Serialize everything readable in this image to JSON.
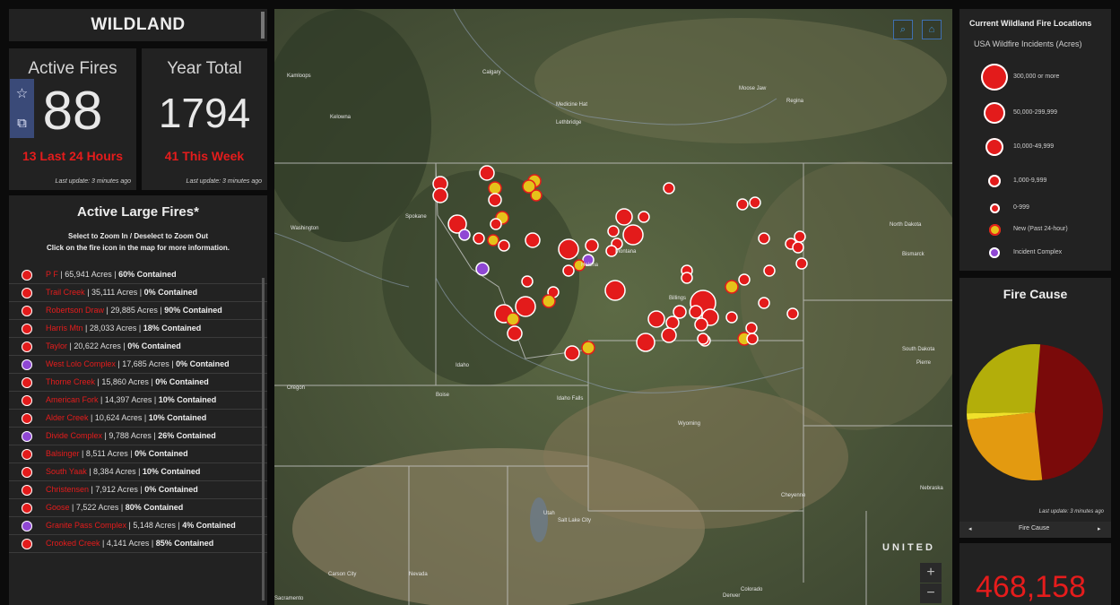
{
  "header": {
    "title": "WILDLAND"
  },
  "active_fires": {
    "label": "Active Fires",
    "value": "88",
    "sub": "13 Last 24 Hours",
    "updated": "Last update: 3 minutes ago"
  },
  "year_total": {
    "label": "Year Total",
    "value": "1794",
    "sub": "41 This Week",
    "updated": "Last update: 3 minutes ago"
  },
  "side_tools": {
    "favorite_icon": "star-icon",
    "share_icon": "share-icon"
  },
  "large_fires": {
    "title": "Active Large Fires*",
    "instr1": "Select to Zoom In / Deselect to Zoom Out",
    "instr2": "Click on the fire icon in the map for more information.",
    "items": [
      {
        "name": "P F",
        "acres": "65,941 Acres",
        "contained": "60% Contained",
        "type": "fire"
      },
      {
        "name": "Trail Creek",
        "acres": "35,111 Acres",
        "contained": "0% Contained",
        "type": "fire"
      },
      {
        "name": "Robertson Draw",
        "acres": "29,885 Acres",
        "contained": "90% Contained",
        "type": "fire"
      },
      {
        "name": "Harris Mtn",
        "acres": "28,033 Acres",
        "contained": "18% Contained",
        "type": "fire"
      },
      {
        "name": "Taylor",
        "acres": "20,622 Acres",
        "contained": "0% Contained",
        "type": "fire"
      },
      {
        "name": "West Lolo Complex",
        "acres": "17,685 Acres",
        "contained": "0% Contained",
        "type": "complex"
      },
      {
        "name": "Thorne Creek",
        "acres": "15,860 Acres",
        "contained": "0% Contained",
        "type": "fire"
      },
      {
        "name": "American Fork",
        "acres": "14,397 Acres",
        "contained": "10% Contained",
        "type": "fire"
      },
      {
        "name": "Alder Creek",
        "acres": "10,624 Acres",
        "contained": "10% Contained",
        "type": "fire"
      },
      {
        "name": "Divide Complex",
        "acres": "9,788 Acres",
        "contained": "26% Contained",
        "type": "complex"
      },
      {
        "name": "Balsinger",
        "acres": "8,511 Acres",
        "contained": "0% Contained",
        "type": "fire"
      },
      {
        "name": "South Yaak",
        "acres": "8,384 Acres",
        "contained": "10% Contained",
        "type": "fire"
      },
      {
        "name": "Christensen",
        "acres": "7,912 Acres",
        "contained": "0% Contained",
        "type": "fire"
      },
      {
        "name": "Goose",
        "acres": "7,522 Acres",
        "contained": "80% Contained",
        "type": "fire"
      },
      {
        "name": "Granite Pass Complex",
        "acres": "5,148 Acres",
        "contained": "4% Contained",
        "type": "complex"
      },
      {
        "name": "Crooked Creek",
        "acres": "4,141 Acres",
        "contained": "85% Contained",
        "type": "fire"
      }
    ]
  },
  "map": {
    "search_icon": "search-icon",
    "home_icon": "home-icon",
    "zoom_in": "+",
    "zoom_out": "−",
    "country_label": "UNITED",
    "labels": [
      "Calgary",
      "Medicine Hat",
      "Lethbridge",
      "Kelowna",
      "Kamloops",
      "Moose Jaw",
      "Regina",
      "Spokane",
      "Washington",
      "Montana",
      "Helena",
      "Billings",
      "Idaho",
      "Boise",
      "Idaho Falls",
      "Wyoming",
      "Oregon",
      "Utah",
      "Nevada",
      "Carson City",
      "Salt Lake City",
      "North Dakota",
      "Bismarck",
      "South Dakota",
      "Pierre",
      "Nebraska",
      "Cheyenne",
      "Colorado",
      "Denver",
      "Sacramento"
    ]
  },
  "legend": {
    "title": "Current Wildland Fire Locations",
    "subtitle": "USA Wildfire Incidents (Acres)",
    "items": [
      "300,000 or more",
      "50,000-299,999",
      "10,000-49,999",
      "1,000-9,999",
      "0-999",
      "New (Past 24-hour)",
      "Incident Complex"
    ]
  },
  "fire_cause": {
    "title": "Fire Cause",
    "updated": "Last update: 3 minutes ago",
    "nav_label": "Fire Cause",
    "prev": "◂",
    "next": "▸",
    "slices": [
      {
        "value": 47,
        "color": "#7a0a0a"
      },
      {
        "value": 25,
        "color": "#e39a10"
      },
      {
        "value": 1.5,
        "color": "#f0e12a"
      },
      {
        "value": 26.5,
        "color": "#b3ae0a"
      }
    ]
  },
  "totals": {
    "value": "468,158"
  }
}
